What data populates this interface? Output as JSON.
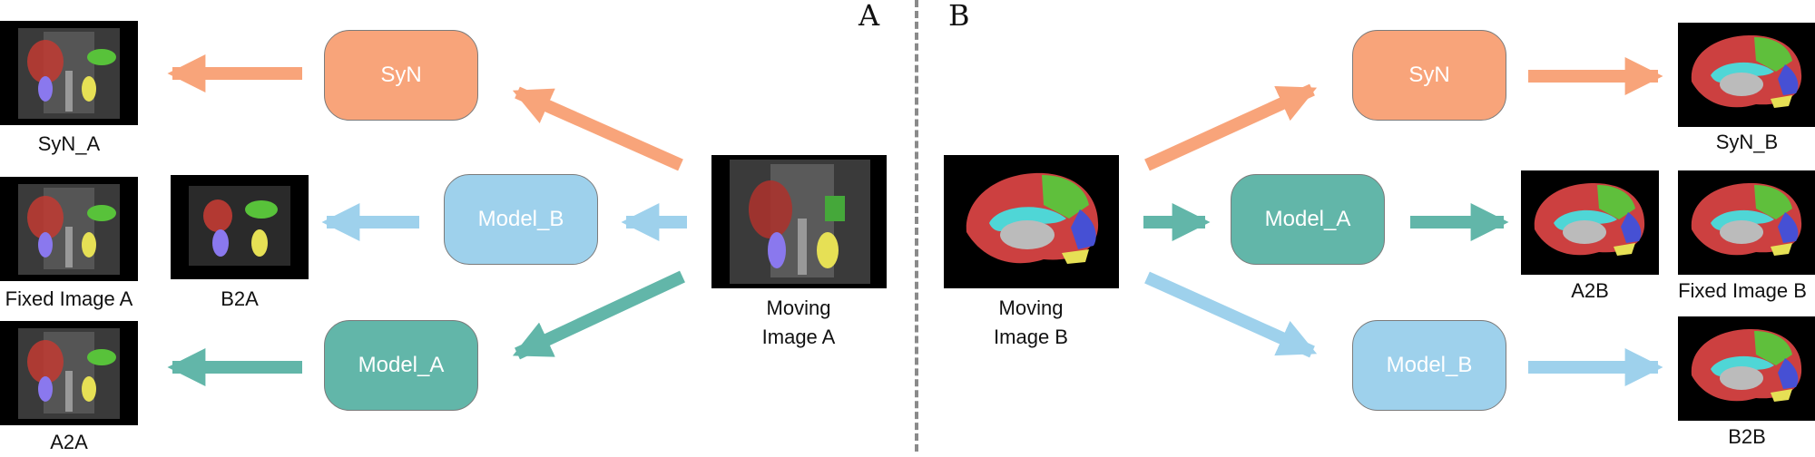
{
  "panels": {
    "left": "A",
    "right": "B"
  },
  "nodes": {
    "synA": "SyN",
    "modelB_A": "Model_B",
    "modelA_A": "Model_A",
    "synB": "SyN",
    "modelA_B": "Model_A",
    "modelB_B": "Model_B"
  },
  "images": {
    "syn_a": "SyN_A",
    "fixed_a": "Fixed Image A",
    "b2a": "B2A",
    "a2a": "A2A",
    "moving_a": "Moving\nImage A",
    "moving_b": "Moving\nImage B",
    "syn_b": "SyN_B",
    "a2b": "A2B",
    "fixed_b": "Fixed Image B",
    "b2b": "B2B"
  },
  "colors": {
    "syn": "#f8a47a",
    "model_b": "#9ed1ec",
    "model_a": "#62b6a9",
    "divider": "#8a8a8a"
  },
  "icons": {
    "abdominal_mri": "abdominal-mri-scan-with-organ-segmentation",
    "brain_mri": "brain-sagittal-mri-with-region-segmentation"
  }
}
